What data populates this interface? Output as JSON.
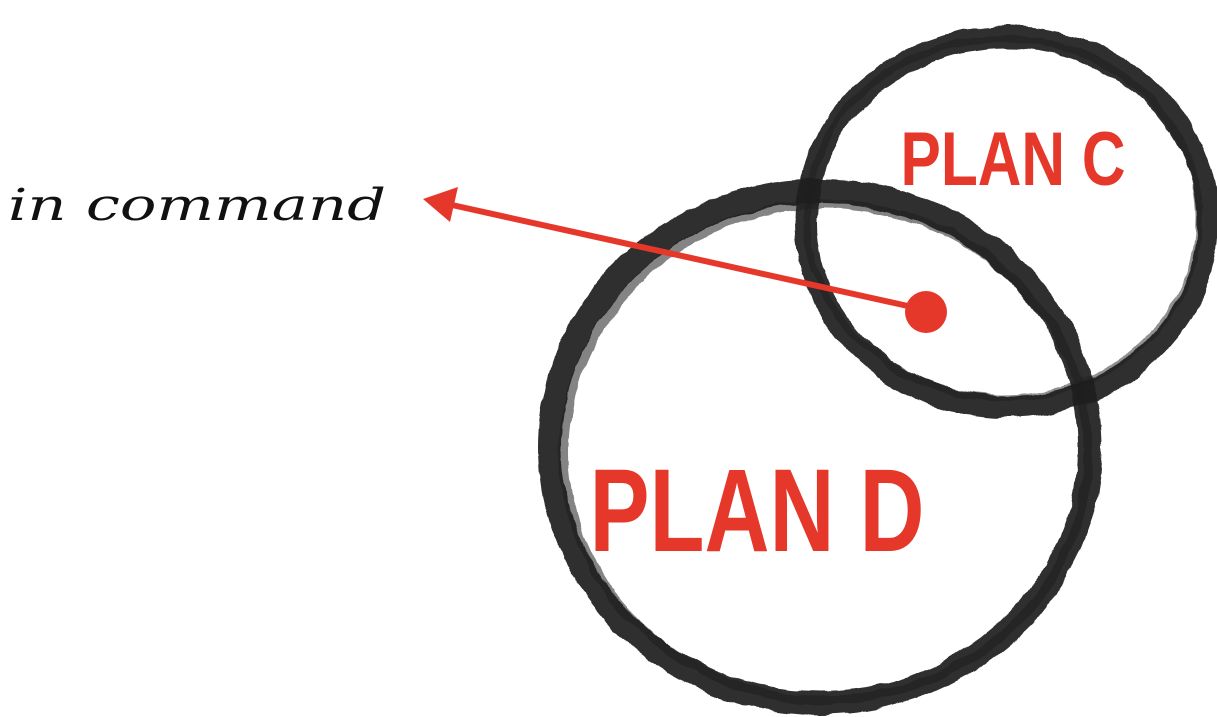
{
  "colors": {
    "background": "#ffffff",
    "ink": "#1f1f1f",
    "accent": "#e6372b",
    "annotation_text": "#111111"
  },
  "diagram": {
    "circles": [
      {
        "id": "plan-c",
        "label": "PLAN C"
      },
      {
        "id": "plan-d",
        "label": "PLAN D"
      }
    ],
    "pointer": {
      "label": "in command",
      "marker": "dot-to-arrow"
    }
  }
}
